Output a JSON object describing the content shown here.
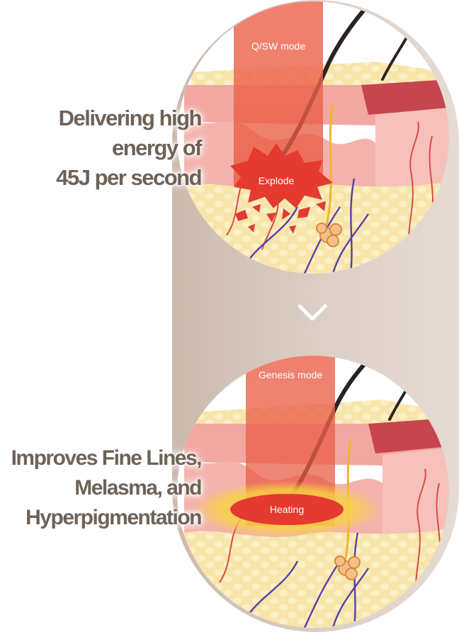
{
  "panels": [
    {
      "mode_label": "Q/SW mode",
      "effect_label": "Explode",
      "headline": [
        "Delivering high",
        "energy of",
        "45J per second"
      ]
    },
    {
      "mode_label": "Genesis mode",
      "effect_label": "Heating",
      "headline": [
        "Improves Fine Lines,",
        "Melasma, and",
        "Hyperpigmentation"
      ]
    }
  ],
  "colors": {
    "headline_text": "#6e6258",
    "pill_background": "#d8cac0",
    "beam": "#e8573f",
    "effect_red": "#e53a2f",
    "heat_glow": "#f7d342",
    "skin_fat": "#f7e4a8",
    "dermis": "#f3b2ac",
    "epidermis_band": "#c6454e"
  },
  "connector_icon": "chevron-down-icon"
}
